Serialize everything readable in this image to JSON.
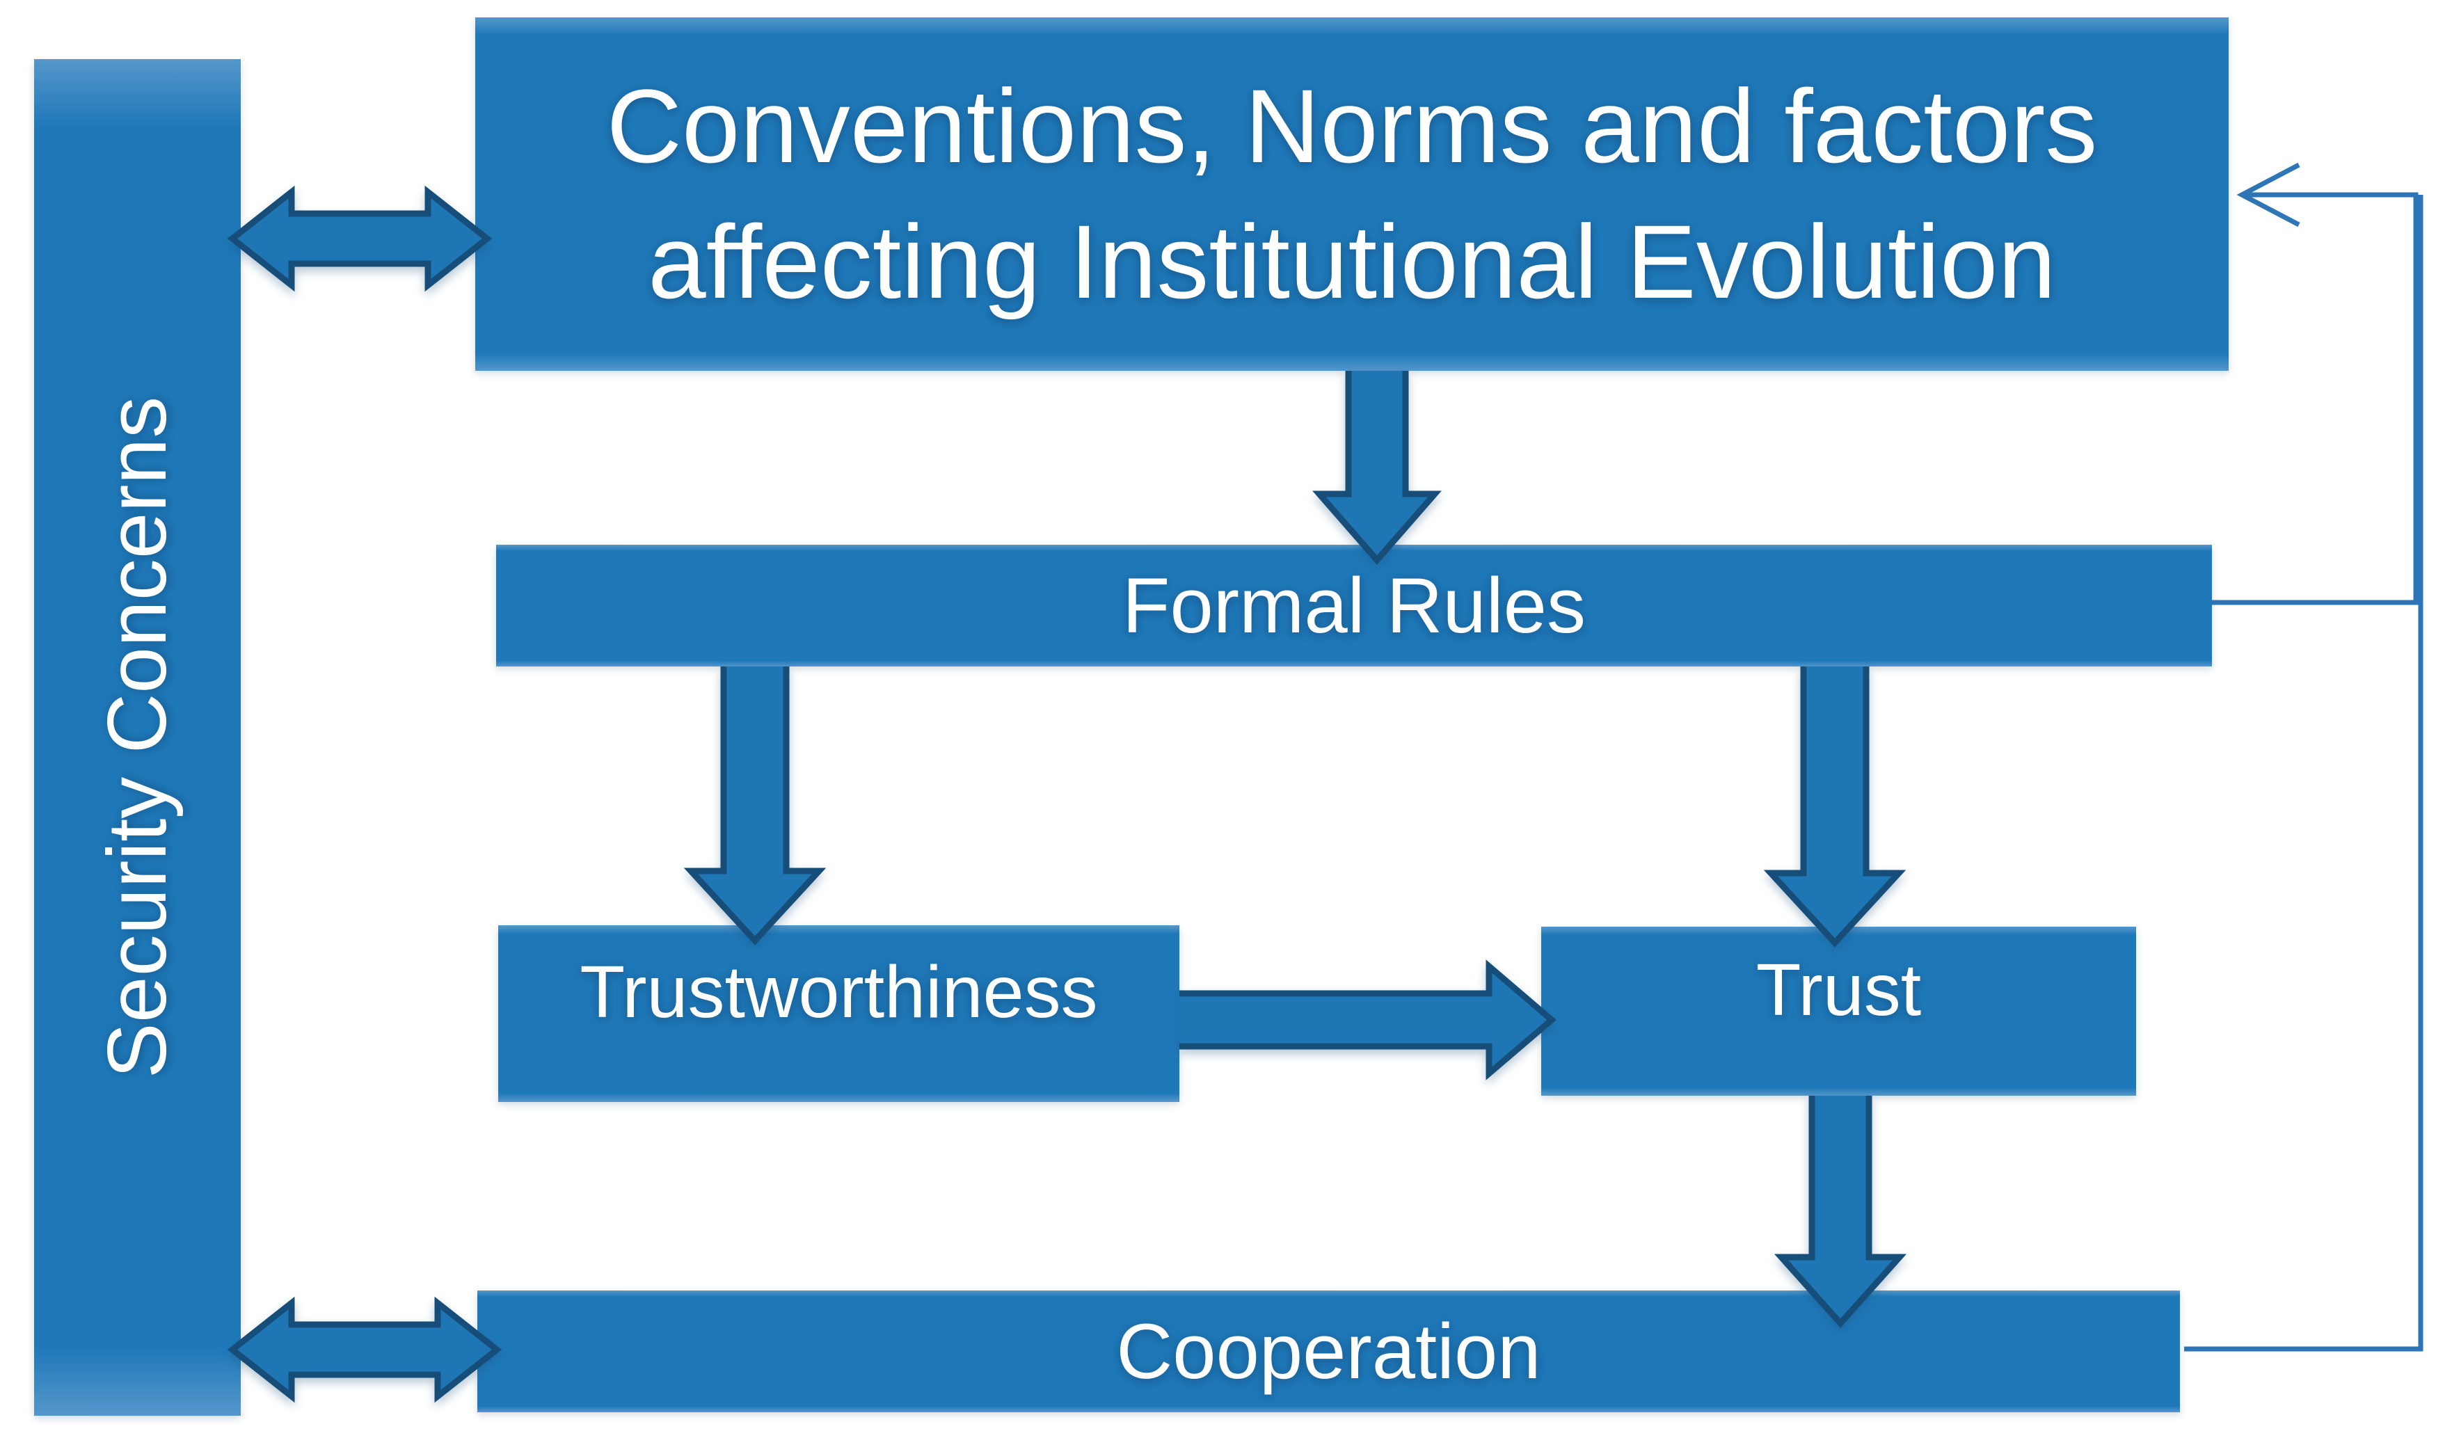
{
  "colors": {
    "background": "#ffffff",
    "box_fill": "#1f78b8",
    "box_fill_light": "#5597cb",
    "arrow_fill": "#1f76b4",
    "arrow_outline": "#174e79",
    "line_color": "#2e75b6",
    "text_color": "#ffffff"
  },
  "nodes": {
    "security": {
      "label": "Security Concerns"
    },
    "conventions": {
      "label": "Conventions, Norms and factors affecting Institutional Evolution",
      "lines": [
        "Conventions, Norms and factors",
        "affecting Institutional Evolution"
      ]
    },
    "formal_rules": {
      "label": "Formal Rules"
    },
    "trustworthiness": {
      "label": "Trustworthiness"
    },
    "trust": {
      "label": "Trust"
    },
    "cooperation": {
      "label": "Cooperation"
    }
  },
  "edges": [
    {
      "from": "security-concerns",
      "to": "conventions-norms",
      "type": "double-headed-arrow"
    },
    {
      "from": "security-concerns",
      "to": "cooperation",
      "type": "double-headed-arrow"
    },
    {
      "from": "conventions-norms",
      "to": "formal-rules",
      "type": "block-arrow-down"
    },
    {
      "from": "formal-rules",
      "to": "trustworthiness",
      "type": "block-arrow-down"
    },
    {
      "from": "formal-rules",
      "to": "trust",
      "type": "block-arrow-down"
    },
    {
      "from": "trustworthiness",
      "to": "trust",
      "type": "block-arrow-right"
    },
    {
      "from": "trust",
      "to": "cooperation",
      "type": "block-arrow-down"
    },
    {
      "from": "formal-rules",
      "to": "conventions-norms",
      "type": "thin-feedback-line"
    },
    {
      "from": "cooperation",
      "to": "conventions-norms",
      "type": "thin-feedback-line"
    }
  ]
}
